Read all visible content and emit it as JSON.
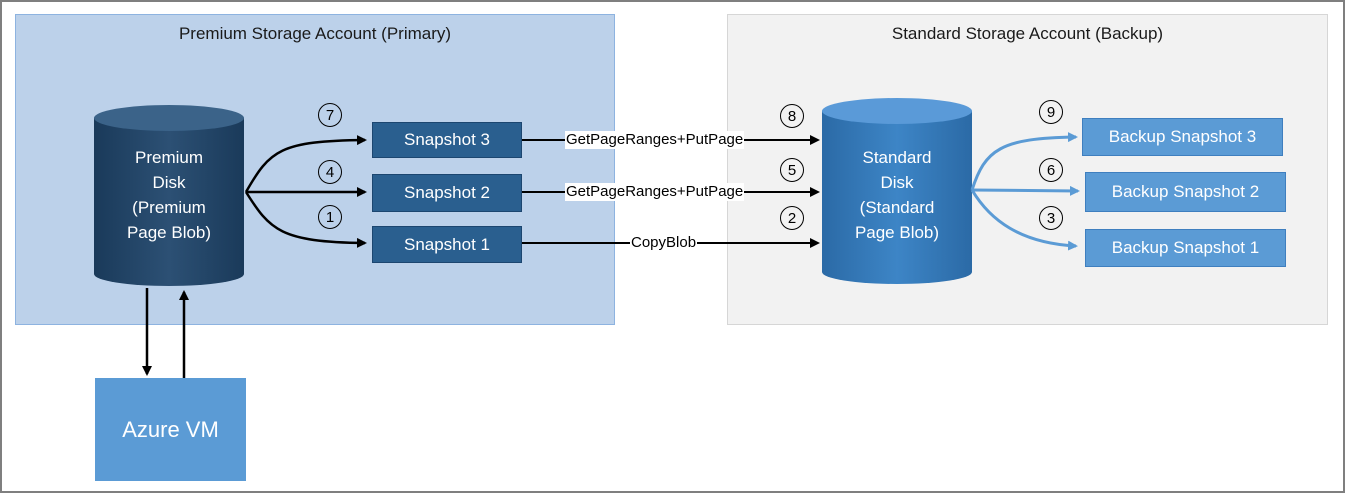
{
  "regions": {
    "premium_title": "Premium Storage Account (Primary)",
    "standard_title": "Standard Storage Account (Backup)"
  },
  "premium_disk": {
    "line1": "Premium",
    "line2": "Disk",
    "line3": "(Premium",
    "line4": "Page Blob)"
  },
  "standard_disk": {
    "line1": "Standard",
    "line2": "Disk",
    "line3": "(Standard",
    "line4": "Page Blob)"
  },
  "snapshots": {
    "s3": "Snapshot 3",
    "s2": "Snapshot 2",
    "s1": "Snapshot 1"
  },
  "backup_snapshots": {
    "b3": "Backup Snapshot 3",
    "b2": "Backup Snapshot 2",
    "b1": "Backup Snapshot 1"
  },
  "vm": {
    "label": "Azure VM"
  },
  "edges": {
    "e3": "GetPageRanges+PutPage",
    "e2": "GetPageRanges+PutPage",
    "e1": "CopyBlob"
  },
  "steps": {
    "s7": "7",
    "s4": "4",
    "s1": "1",
    "s8": "8",
    "s5": "5",
    "s2": "2",
    "s9": "9",
    "s6": "6",
    "s3": "3"
  },
  "colors": {
    "dark_blue": "#2a5f8f",
    "light_blue": "#5b9bd5",
    "premium_bg": "#bcd1ea",
    "standard_bg": "#f2f2f2"
  }
}
